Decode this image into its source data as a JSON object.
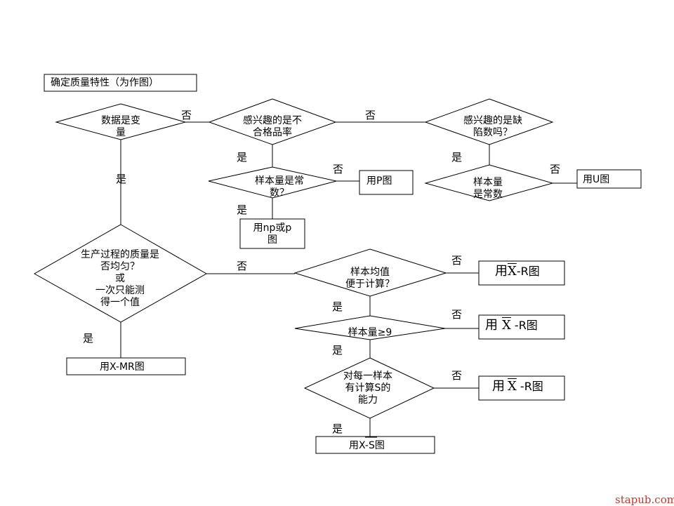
{
  "start": "确定质量特性（为作图）",
  "decisions": {
    "is_variable": "数据是变\n量",
    "nonconforming_rate": "感兴趣的是不\n合格品率",
    "defect_count": "感兴趣的是缺\n陷数吗？",
    "sample_const_p": "样本量是常\n数？",
    "sample_const_u": "样本量\n是常数",
    "homogeneous": "生产过程的质量是\n否均匀？\n或\n一次只能测\n得一个值",
    "mean_easy": "样本均值\n便于计算？",
    "sample_ge9": "样本量≥9",
    "can_compute_s": "对每一样本\n有计算S的\n能力"
  },
  "results": {
    "p_chart": "用P图",
    "u_chart": "用U图",
    "np_chart": "用np或p\n图",
    "xmr_chart": "用X-MR图",
    "xs_chart": "用X-S图",
    "xbar_r_1": {
      "prefix": "用",
      "x": "X",
      "suffix": "-R图"
    },
    "xbar_r_2": {
      "prefix": "用",
      "x": "X",
      "suffix": " -R图"
    },
    "xbar_r_3": {
      "prefix": "用",
      "x": "X",
      "suffix": " -R图"
    }
  },
  "labels": {
    "yes": "是",
    "no": "否"
  },
  "watermark": "stapub.com"
}
